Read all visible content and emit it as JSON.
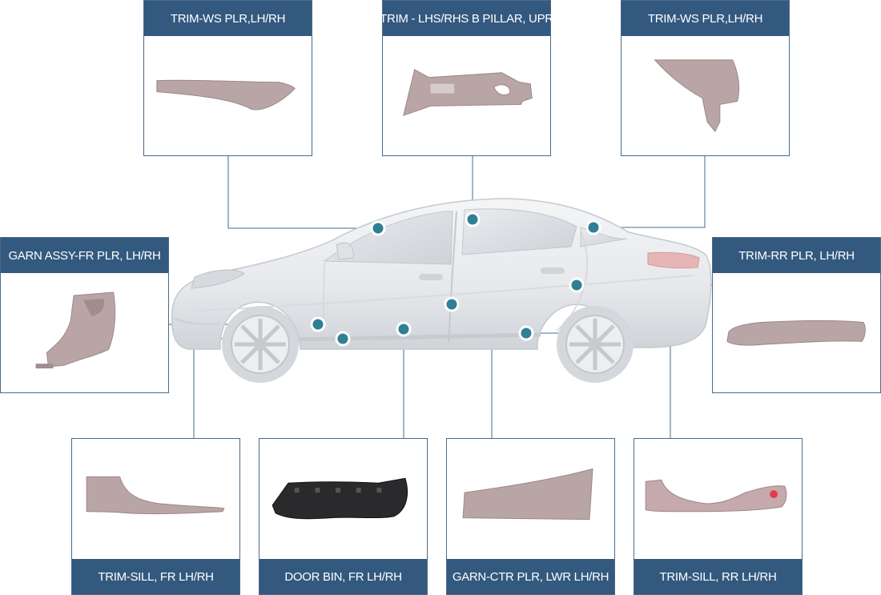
{
  "parts": {
    "ws_plr_front": {
      "label": "TRIM-WS PLR,LH/RH",
      "icon": "windshield-pillar-trim-icon"
    },
    "b_pillar_upper": {
      "label": "TRIM - LHS/RHS B PILLAR, UPR",
      "icon": "b-pillar-upper-trim-icon"
    },
    "ws_plr_rear": {
      "label": "TRIM-WS PLR,LH/RH",
      "icon": "rear-window-pillar-trim-icon"
    },
    "garn_fr_plr": {
      "label": "GARN ASSY-FR PLR, LH/RH",
      "icon": "front-pillar-garnish-icon"
    },
    "rr_plr": {
      "label": "TRIM-RR PLR, LH/RH",
      "icon": "rear-pillar-trim-icon"
    },
    "sill_fr": {
      "label": "TRIM-SILL, FR LH/RH",
      "icon": "front-sill-trim-icon"
    },
    "door_bin": {
      "label": "DOOR BIN, FR LH/RH",
      "icon": "door-bin-icon"
    },
    "garn_ctr_plr": {
      "label": "GARN-CTR PLR, LWR LH/RH",
      "icon": "center-pillar-lower-garnish-icon"
    },
    "sill_rr": {
      "label": "TRIM-SILL, RR LH/RH",
      "icon": "rear-sill-trim-icon"
    }
  },
  "colors": {
    "label_bg": "#33597f",
    "label_text": "#ffffff",
    "card_border": "#4a6b8a",
    "leader_line": "#4a6b8a",
    "marker": "#2f7f95",
    "part_color": "#b9a5a6",
    "door_bin_color": "#2a2a2c"
  },
  "car_icon": "sedan-car-side-view-icon"
}
